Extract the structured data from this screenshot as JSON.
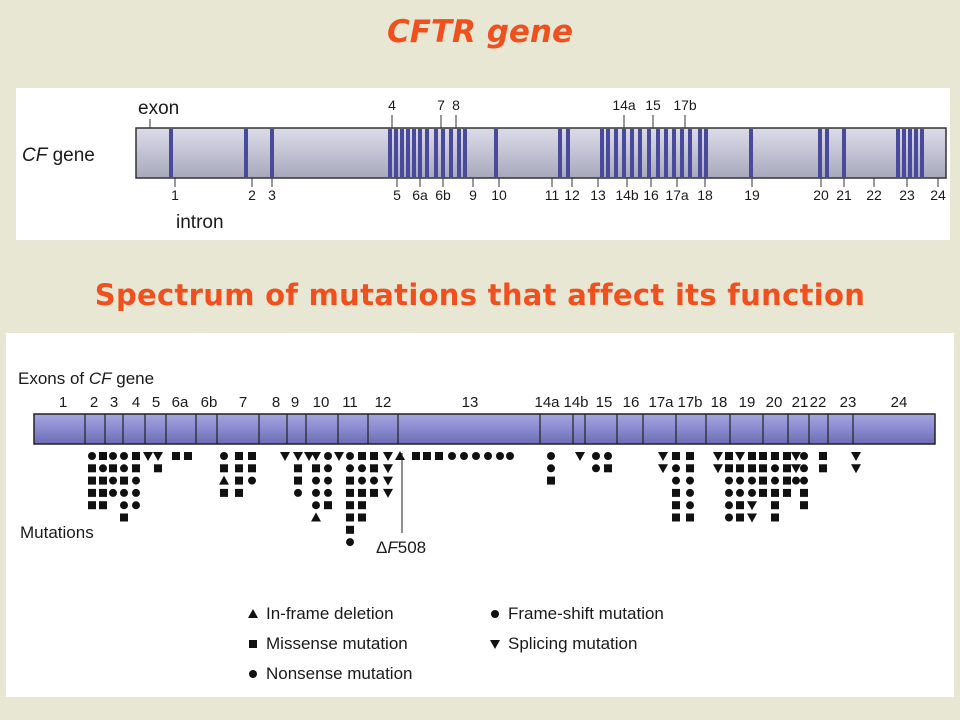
{
  "titles": {
    "top": "CFTR gene",
    "middle": "Spectrum of mutations that affect its function"
  },
  "gene_panel": {
    "exon_label": "exon",
    "gene_label_italic": "CF",
    "gene_label_rest": " gene",
    "intron_label": "intron",
    "labels_above": [
      "4",
      "7",
      "8",
      "14a",
      "15",
      "17b"
    ],
    "labels_below": [
      "1",
      "2",
      "3",
      "5",
      "6a",
      "6b",
      "9",
      "10",
      "11",
      "12",
      "13",
      "14b",
      "16",
      "17a",
      "18",
      "19",
      "20",
      "21",
      "22",
      "23",
      "24"
    ]
  },
  "mutation_panel": {
    "header_prefix": "Exons of ",
    "header_italic": "CF",
    "header_suffix": " gene",
    "exons": [
      "1",
      "2",
      "3",
      "4",
      "5",
      "6a",
      "6b",
      "7",
      "8",
      "9",
      "10",
      "11",
      "12",
      "13",
      "14a",
      "14b",
      "15",
      "16",
      "17a",
      "17b",
      "18",
      "19",
      "20",
      "21",
      "22",
      "23",
      "24"
    ],
    "mutations_label": "Mutations",
    "delta_symbol": "Δ",
    "delta_italic": "F",
    "delta_number": "508",
    "legend": [
      {
        "shape": "triangle-up",
        "label": "In-frame deletion"
      },
      {
        "shape": "square",
        "label": "Missense mutation"
      },
      {
        "shape": "circle",
        "label": "Nonsense mutation"
      },
      {
        "shape": "circle",
        "label": "Frame-shift mutation"
      },
      {
        "shape": "triangle-down",
        "label": "Splicing mutation"
      }
    ]
  },
  "colors": {
    "title": "#f0501e",
    "gene_bar": "#c4c4d6",
    "exon_band": "#4a4a9c",
    "mutation_bar": "#8e8ed2",
    "marker": "#111111"
  }
}
